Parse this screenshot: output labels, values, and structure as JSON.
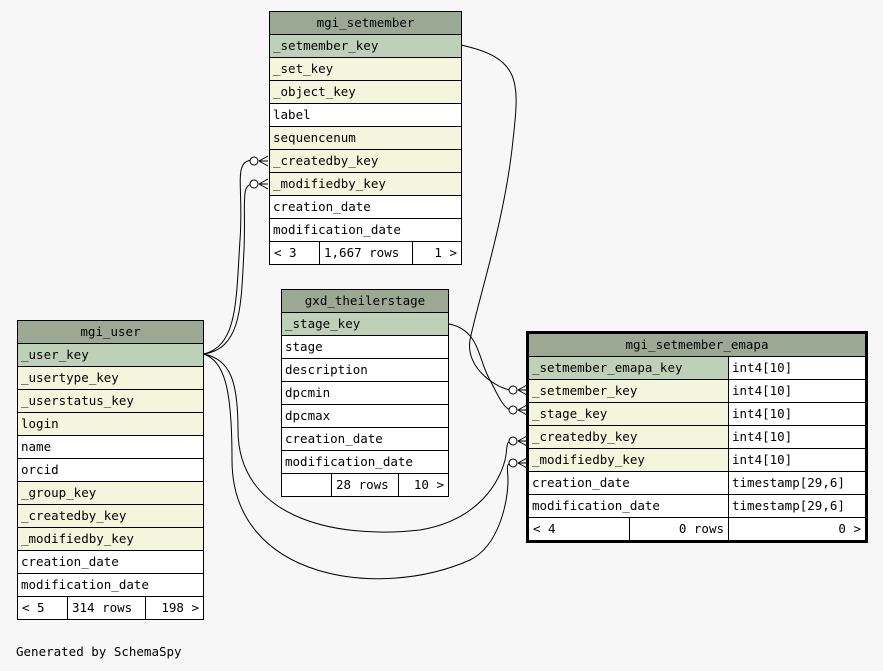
{
  "tables": {
    "mgi_setmember": {
      "name": "mgi_setmember",
      "columns": [
        {
          "name": "_setmember_key",
          "kind": "pk"
        },
        {
          "name": "_set_key",
          "kind": "fk"
        },
        {
          "name": "_object_key",
          "kind": "fk"
        },
        {
          "name": "label",
          "kind": "plain"
        },
        {
          "name": "sequencenum",
          "kind": "fk"
        },
        {
          "name": "_createdby_key",
          "kind": "fk"
        },
        {
          "name": "_modifiedby_key",
          "kind": "fk"
        },
        {
          "name": "creation_date",
          "kind": "plain"
        },
        {
          "name": "modification_date",
          "kind": "plain"
        }
      ],
      "footer": {
        "parents": "< 3",
        "rows": "1,667 rows",
        "children": "1 >"
      }
    },
    "gxd_theilerstage": {
      "name": "gxd_theilerstage",
      "columns": [
        {
          "name": "_stage_key",
          "kind": "pk"
        },
        {
          "name": "stage",
          "kind": "plain"
        },
        {
          "name": "description",
          "kind": "plain"
        },
        {
          "name": "dpcmin",
          "kind": "plain"
        },
        {
          "name": "dpcmax",
          "kind": "plain"
        },
        {
          "name": "creation_date",
          "kind": "plain"
        },
        {
          "name": "modification_date",
          "kind": "plain"
        }
      ],
      "footer": {
        "parents": "",
        "rows": "28 rows",
        "children": "10 >"
      }
    },
    "mgi_user": {
      "name": "mgi_user",
      "columns": [
        {
          "name": "_user_key",
          "kind": "pk"
        },
        {
          "name": "_usertype_key",
          "kind": "fk"
        },
        {
          "name": "_userstatus_key",
          "kind": "fk"
        },
        {
          "name": "login",
          "kind": "fk"
        },
        {
          "name": "name",
          "kind": "plain"
        },
        {
          "name": "orcid",
          "kind": "plain"
        },
        {
          "name": "_group_key",
          "kind": "fk"
        },
        {
          "name": "_createdby_key",
          "kind": "fk"
        },
        {
          "name": "_modifiedby_key",
          "kind": "fk"
        },
        {
          "name": "creation_date",
          "kind": "plain"
        },
        {
          "name": "modification_date",
          "kind": "plain"
        }
      ],
      "footer": {
        "parents": "< 5",
        "rows": "314 rows",
        "children": "198 >"
      }
    },
    "mgi_setmember_emapa": {
      "name": "mgi_setmember_emapa",
      "columns": [
        {
          "name": "_setmember_emapa_key",
          "type": "int4[10]",
          "kind": "pk"
        },
        {
          "name": "_setmember_key",
          "type": "int4[10]",
          "kind": "fk"
        },
        {
          "name": "_stage_key",
          "type": "int4[10]",
          "kind": "fk"
        },
        {
          "name": "_createdby_key",
          "type": "int4[10]",
          "kind": "fk"
        },
        {
          "name": "_modifiedby_key",
          "type": "int4[10]",
          "kind": "fk"
        },
        {
          "name": "creation_date",
          "type": "timestamp[29,6]",
          "kind": "plain"
        },
        {
          "name": "modification_date",
          "type": "timestamp[29,6]",
          "kind": "plain"
        }
      ],
      "footer": {
        "parents": "< 4",
        "rows": "0 rows",
        "children": "0 >"
      }
    }
  },
  "footer_text": "Generated by SchemaSpy"
}
